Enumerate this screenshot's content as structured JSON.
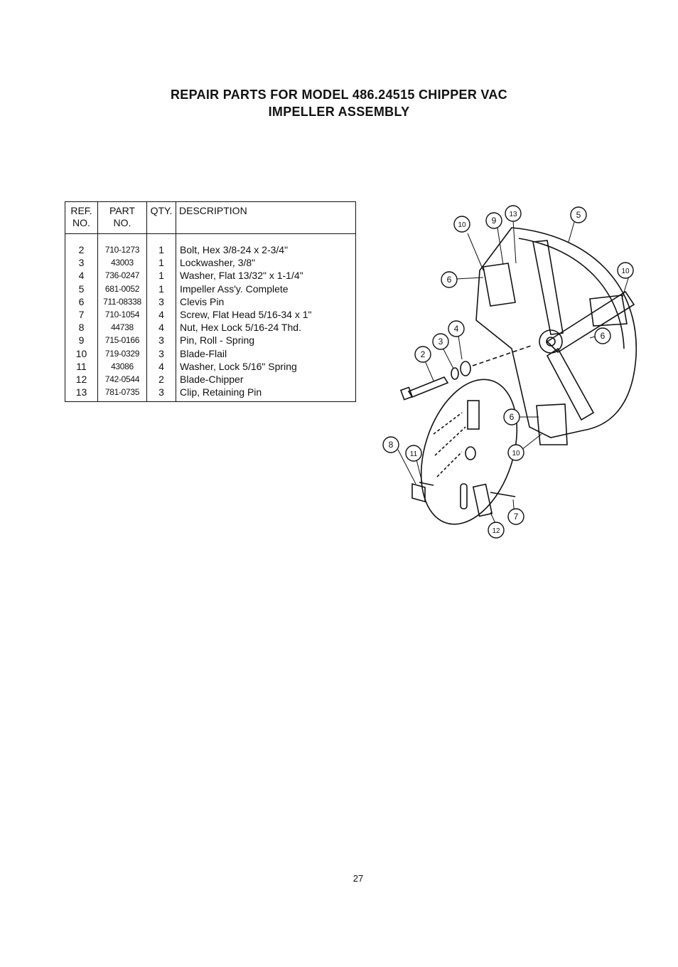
{
  "title_line1": "REPAIR PARTS FOR MODEL 486.24515 CHIPPER VAC",
  "title_line2": "IMPELLER ASSEMBLY",
  "table": {
    "header": {
      "ref_1": "REF.",
      "ref_2": "NO.",
      "part_1": "PART",
      "part_2": "NO.",
      "qty": "QTY.",
      "desc": "DESCRIPTION"
    },
    "rows": [
      {
        "ref": "2",
        "part": "710-1273",
        "qty": "1",
        "desc": "Bolt, Hex 3/8-24 x 2-3/4\""
      },
      {
        "ref": "3",
        "part": "43003",
        "qty": "1",
        "desc": "Lockwasher, 3/8\""
      },
      {
        "ref": "4",
        "part": "736-0247",
        "qty": "1",
        "desc": "Washer, Flat 13/32\" x 1-1/4\""
      },
      {
        "ref": "5",
        "part": "681-0052",
        "qty": "1",
        "desc": "Impeller Ass'y. Complete"
      },
      {
        "ref": "6",
        "part": "711-08338",
        "qty": "3",
        "desc": "Clevis Pin"
      },
      {
        "ref": "7",
        "part": "710-1054",
        "qty": "4",
        "desc": "Screw, Flat Head 5/16-34 x 1\""
      },
      {
        "ref": "8",
        "part": "44738",
        "qty": "4",
        "desc": "Nut, Hex Lock 5/16-24 Thd."
      },
      {
        "ref": "9",
        "part": "715-0166",
        "qty": "3",
        "desc": "Pin, Roll - Spring"
      },
      {
        "ref": "10",
        "part": "719-0329",
        "qty": "3",
        "desc": "Blade-Flail"
      },
      {
        "ref": "11",
        "part": "43086",
        "qty": "4",
        "desc": "Washer, Lock 5/16\" Spring"
      },
      {
        "ref": "12",
        "part": "742-0544",
        "qty": "2",
        "desc": "Blade-Chipper"
      },
      {
        "ref": "13",
        "part": "781-0735",
        "qty": "3",
        "desc": "Clip, Retaining Pin"
      }
    ]
  },
  "callouts": [
    "10",
    "9",
    "13",
    "5",
    "10",
    "6",
    "6",
    "4",
    "3",
    "2",
    "6",
    "10",
    "8",
    "11",
    "7",
    "12"
  ],
  "page_number": "27"
}
